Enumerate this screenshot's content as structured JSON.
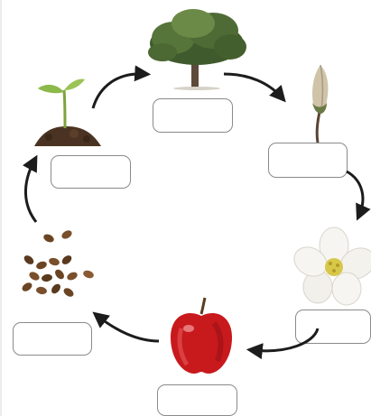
{
  "diagram": {
    "stages": [
      {
        "id": "tree",
        "icon": "apple-tree-icon",
        "label": ""
      },
      {
        "id": "bud",
        "icon": "flower-bud-icon",
        "label": ""
      },
      {
        "id": "flower",
        "icon": "apple-blossom-icon",
        "label": ""
      },
      {
        "id": "apple",
        "icon": "red-apple-icon",
        "label": ""
      },
      {
        "id": "seeds",
        "icon": "apple-seeds-icon",
        "label": ""
      },
      {
        "id": "sprout",
        "icon": "seedling-sprout-icon",
        "label": ""
      }
    ],
    "flow_direction": "clockwise",
    "colors": {
      "arrow": "#1c1c1c",
      "box_border": "#8a8a8a",
      "apple_red": "#c8191d",
      "foliage_green": "#4f6b35",
      "soil_brown": "#4a3322",
      "seed_brown": "#6b4424",
      "blossom_white": "#f7f5f1",
      "blossom_center": "#d8c84a"
    }
  }
}
